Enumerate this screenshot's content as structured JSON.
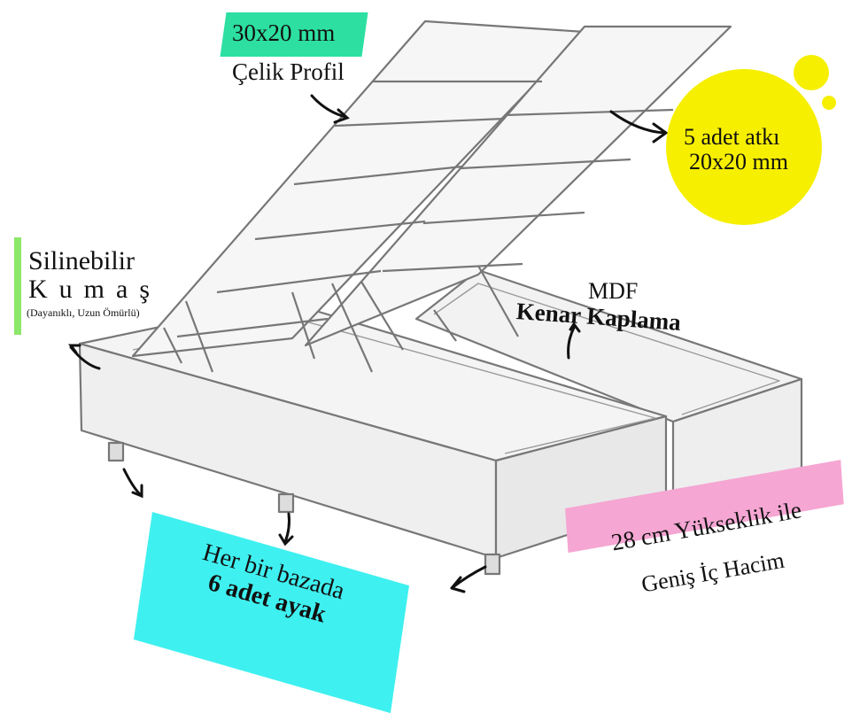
{
  "colors": {
    "teal": "#2de0a2",
    "yellow": "#f6ef00",
    "green": "#8ce86a",
    "cyan": "#3ff0f0",
    "pink": "#f5a6d3",
    "sketch": "#7a7a7a"
  },
  "callouts": {
    "profile": {
      "line1": "30x20 mm",
      "line2": "Çelik Profil"
    },
    "slats": {
      "line1": "5 adet atkı",
      "line2": "20x20 mm"
    },
    "fabric": {
      "line1": "Silinebilir",
      "line2": "Kumaş",
      "line3": "(Dayanıklı, Uzun Ömürlü)"
    },
    "edge": {
      "line1": "MDF",
      "line2": "Kenar Kaplama"
    },
    "legs": {
      "line1": "Her bir bazada",
      "line2": "6 adet ayak"
    },
    "height": {
      "line1": "28 cm Yükseklik ile",
      "line2": "Geniş İç Hacim"
    }
  },
  "icons": [
    "arrow-icon"
  ]
}
